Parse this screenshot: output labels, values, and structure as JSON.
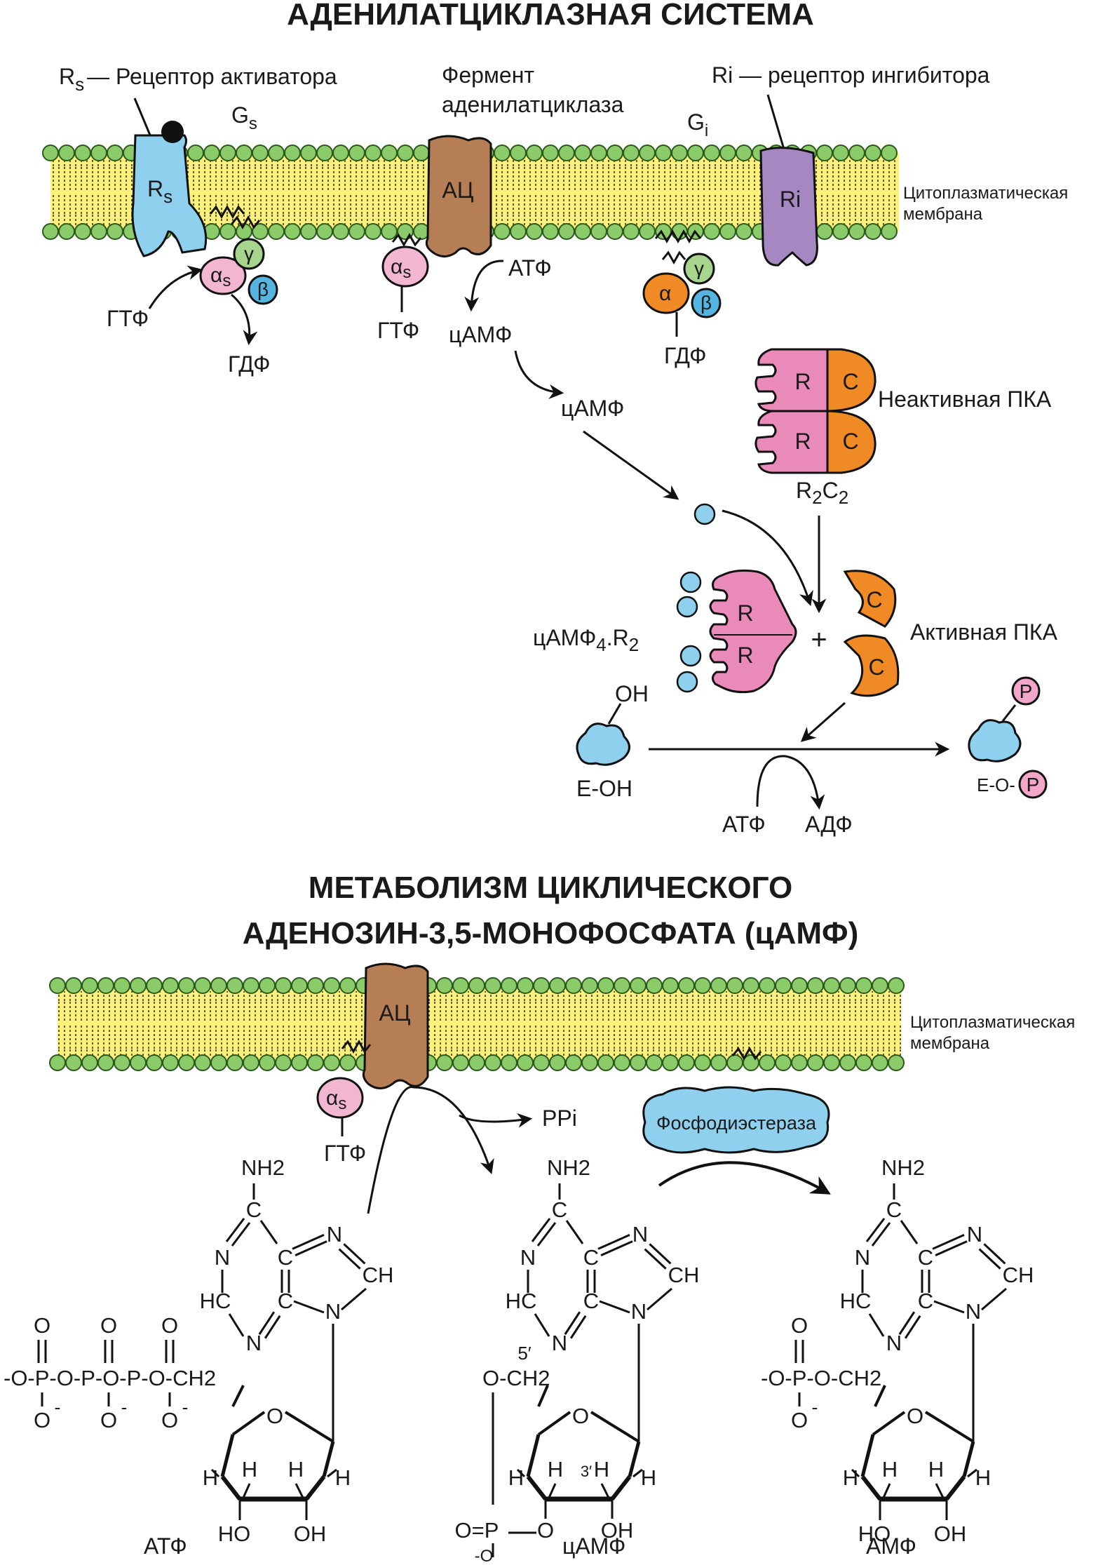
{
  "colors": {
    "lipid_head": "#8ccb6a",
    "lipid_core": "#fff27a",
    "receptor_rs": "#8fd0ee",
    "enzyme_ac": "#b57e55",
    "receptor_ri": "#a588c1",
    "alpha_s": "#f2b6d1",
    "beta": "#56b4e0",
    "gamma": "#a8d58e",
    "alpha_i": "#ef8a24",
    "pka_r": "#ea8ab8",
    "pka_c": "#ef8a24",
    "camp_dot": "#8fd0ee",
    "phosphate": "#f2a6c8",
    "phosphodiesterase": "#8fd0ee"
  },
  "section1": {
    "title": "АДЕНИЛАТЦИКЛАЗНАЯ СИСТЕМА",
    "rs_caption_main": "R",
    "rs_caption_sub": "s",
    "rs_caption_rest": "— Рецептор активатора",
    "gs_main": "G",
    "gs_sub": "s",
    "enzyme_caption_line1": "Фермент",
    "enzyme_caption_line2": "аденилатциклаза",
    "gi_main": "G",
    "gi_sub": "i",
    "ri_caption": "Ri — рецептор ингибитора",
    "rs_label_main": "R",
    "rs_label_sub": "s",
    "ac_label": "АЦ",
    "ri_label": "Ri",
    "membrane_line1": "Цитоплазматическая",
    "membrane_line2": "мембрана",
    "alpha_s_main": "α",
    "alpha_s_sub": "s",
    "beta": "β",
    "gamma": "γ",
    "alpha": "α",
    "gtp_left": "ГТФ",
    "gdp_left": "ГДФ",
    "gtp_mid": "ГТФ",
    "atp_mid": "АТФ",
    "camp_1": "цАМФ",
    "gdp_right": "ГДФ",
    "camp_2": "цАМФ",
    "pka_r": "R",
    "pka_c": "C",
    "inactive_pka": "Неактивная ПКА",
    "r2c2_r": "R",
    "r2c2_2a": "2",
    "r2c2_c": "C",
    "r2c2_2b": "2",
    "camp4r2_a": "цАМФ",
    "camp4r2_4": "4",
    "camp4r2_b": ".R",
    "camp4r2_2": "2",
    "plus": "+",
    "active_pka": "Активная ПКА",
    "oh": "OH",
    "e_oh": "E-OH",
    "p_symbol": "P",
    "e_o": "E-O-",
    "atp_bottom": "АТФ",
    "adp_bottom": "АДФ"
  },
  "section2": {
    "title_line1": "МЕТАБОЛИЗМ ЦИКЛИЧЕСКОГО",
    "title_line2": "АДЕНОЗИН-3,5-МОНОФОСФАТА (цАМФ)",
    "ac_label": "АЦ",
    "membrane_line1": "Цитоплазматическая",
    "membrane_line2": "мембрана",
    "alpha_s_main": "α",
    "alpha_s_sub": "s",
    "gtp": "ГТФ",
    "ppi": "PPi",
    "phosphodiesterase": "Фосфодиэстераза",
    "atp_name": "АТФ",
    "camp_name": "цАМФ",
    "amp_name": "АМФ",
    "nh2": "NH2",
    "atom_c": "C",
    "atom_n": "N",
    "atom_ch": "CH",
    "atom_hc": "HC",
    "atom_o": "O",
    "atom_h": "H",
    "atom_ho": "HO",
    "atom_oh": "OH",
    "atom_p": "P",
    "minus": "-",
    "och2": "O-CH2",
    "dash_o": "-O",
    "atp_chain": "-O-P-O-P-O-P-O-CH2",
    "amp_chain": "-O-P-O-CH2",
    "camp_och2": "O-CH2",
    "camp_5prime": "5′",
    "camp_3prime": "3′",
    "camp_h": "H",
    "camp_o_eq_p": "O=P",
    "camp_o_minus": "-O",
    "camp_o": "O"
  }
}
